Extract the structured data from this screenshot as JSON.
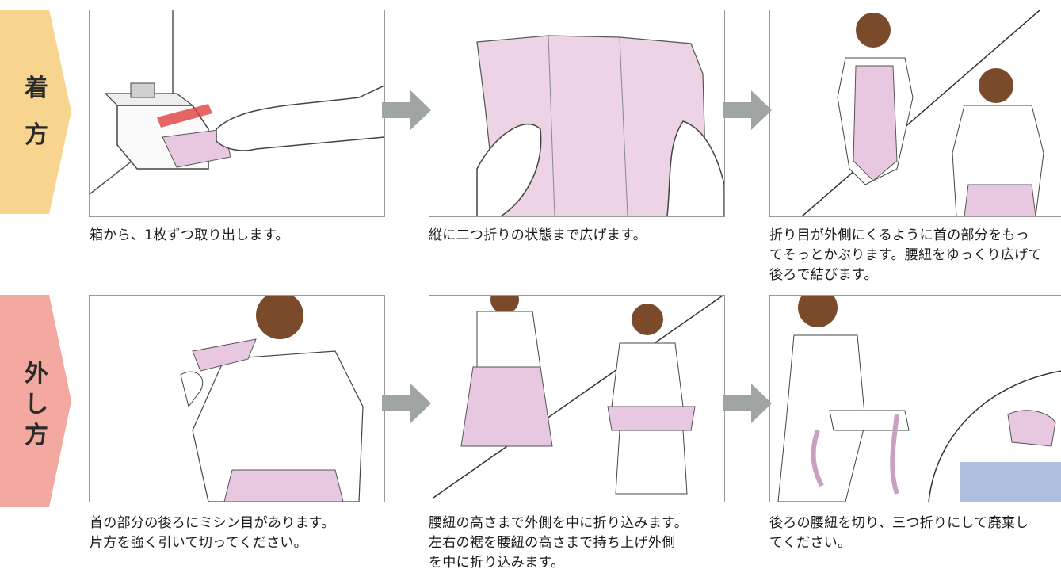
{
  "sections": {
    "wear": {
      "label_line1": "着",
      "label_line2": "方",
      "color": "#f7d58f"
    },
    "remove": {
      "label_line1": "外",
      "label_line2": "し",
      "label_line3": "方",
      "color": "#f4a9a0"
    }
  },
  "steps": {
    "wear_1": "箱から、1枚ずつ取り出します。",
    "wear_2": "縦に二つ折りの状態まで広げます。",
    "wear_3_l1": "折り目が外側にくるように首の部分をもっ",
    "wear_3_l2": "てそっとかぶります。腰紐をゆっくり広げて",
    "wear_3_l3": "後ろで結びます。",
    "remove_1_l1": "首の部分の後ろにミシン目があります。",
    "remove_1_l2": "片方を強く引いて切ってください。",
    "remove_2_l1": "腰紐の高さまで外側を中に折り込みます。",
    "remove_2_l2": "左右の裾を腰紐の高さまで持ち上げ外側",
    "remove_2_l3": "を中に折り込みます。",
    "remove_3_l1": "後ろの腰紐を切り、三つ折りにして廃棄し",
    "remove_3_l2": "てください。"
  },
  "colors": {
    "apron": "#e8c8e0",
    "arrow": "#9ea5a3",
    "border": "#9a9a9a",
    "bin": "#aebfe0"
  }
}
